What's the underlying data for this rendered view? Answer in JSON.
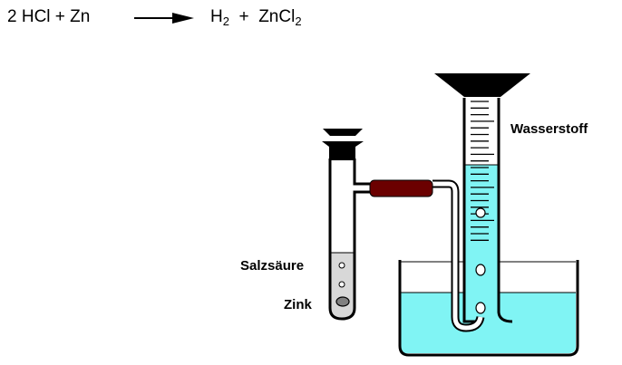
{
  "equation": {
    "reactants": "2 HCl  +  Zn",
    "product_h": "H",
    "product_h_sub": "2",
    "plus": "+",
    "product_zn": "ZnCl",
    "product_zn_sub": "2"
  },
  "labels": {
    "hydrogen": "Wasserstoff",
    "acid": "Salzsäure",
    "zinc": "Zink"
  },
  "colors": {
    "water": "#80f4f4",
    "acid": "#d8d8d8",
    "rubber_tube": "#6b0000",
    "zinc": "#808080"
  }
}
